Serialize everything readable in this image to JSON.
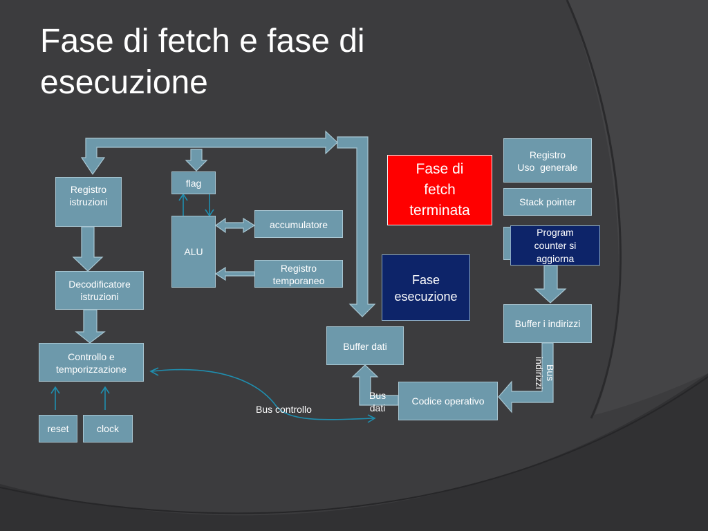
{
  "slide": {
    "title": "Fase di fetch e fase di esecuzione",
    "colors": {
      "background": "#3c3c3e",
      "box_fill": "#6d99ab",
      "arrow_fill": "#6d99ab",
      "fetch_done": "#ff0000",
      "execute": "#0d2469",
      "connector": "#1f8fb0"
    }
  },
  "boxes": {
    "registro_istruzioni": [
      "Registro",
      "istruzioni"
    ],
    "flag": "flag",
    "alu": "ALU",
    "accumulatore": "accumulatore",
    "registro_temporaneo": [
      "Registro",
      "temporaneo"
    ],
    "decodificatore": [
      "Decodificatore",
      "istruzioni"
    ],
    "controllo": [
      "Controllo e",
      "temporizzazione"
    ],
    "reset": "reset",
    "clock": "clock",
    "buffer_dati": "Buffer dati",
    "codice_operativo": "Codice operativo",
    "registro_uso_generale": [
      "Registro",
      "Uso  generale"
    ],
    "stack_pointer": "Stack pointer",
    "program_counter": [
      "Program",
      "counter si",
      "aggiorna"
    ],
    "buffer_indirizzi": "Buffer i indirizzi",
    "fase_fetch_terminata": [
      "Fase di",
      "fetch",
      "terminata"
    ],
    "fase_esecuzione": [
      "Fase",
      "esecuzione"
    ]
  },
  "labels": {
    "bus_controllo": "Bus controllo",
    "bus_dati": [
      "Bus",
      "dati"
    ],
    "bus_indirizzi": "Bus indirizzi"
  }
}
